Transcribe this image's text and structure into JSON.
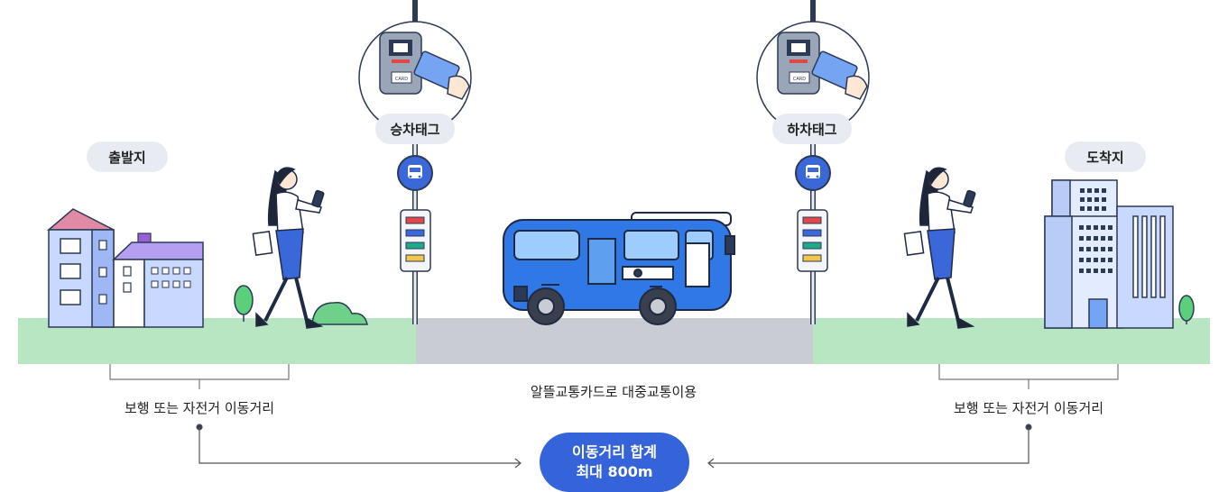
{
  "labels": {
    "origin": "출발지",
    "destination": "도착지",
    "board_tag": "승차태그",
    "alight_tag": "하차태그",
    "walk_left": "보행 또는 자전거 이동거리",
    "walk_right": "보행 또는 자전거 이동거리",
    "transit": "알뜰교통카드로 대중교통이용",
    "card": "CARD"
  },
  "total": {
    "line1": "이동거리 합계",
    "line2": "최대 800m"
  },
  "colors": {
    "accent_blue": "#3563d9",
    "ground_green": "#b8e6c3",
    "road_gray": "#c9ccd3",
    "pill_bg": "#e8ebf2",
    "bus_blue": "#2f78e6"
  }
}
